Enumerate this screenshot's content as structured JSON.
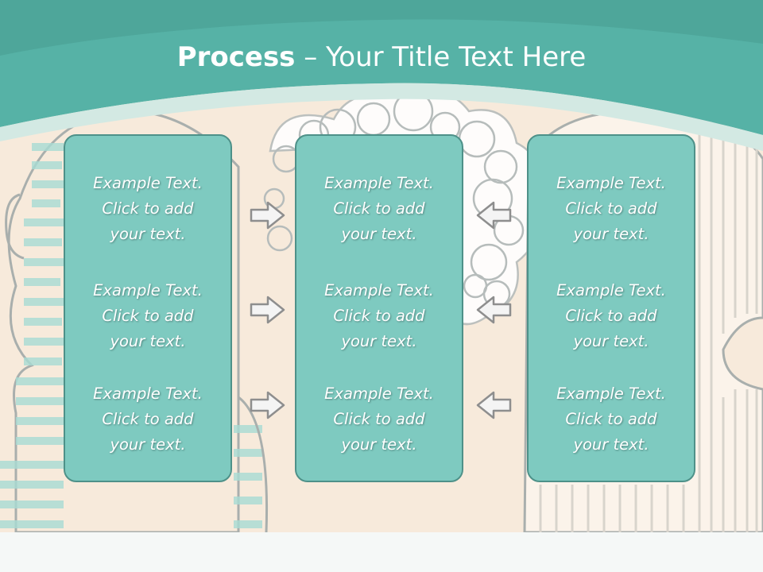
{
  "slide": {
    "title_bold": "Process",
    "title_rest": " – Your Title Text Here"
  },
  "colors": {
    "header": "#56b2a6",
    "box_fill": "#7ecac0",
    "box_border": "#4e9189",
    "background": "#f7eadb"
  },
  "columns": [
    {
      "items": [
        {
          "line1": "Example Text.",
          "line2": "Click  to add",
          "line3": "your text."
        },
        {
          "line1": "Example Text.",
          "line2": "Click  to add",
          "line3": "your text."
        },
        {
          "line1": "Example Text.",
          "line2": "Click  to add",
          "line3": "your text."
        }
      ]
    },
    {
      "items": [
        {
          "line1": "Example Text.",
          "line2": "Click  to add",
          "line3": "your text."
        },
        {
          "line1": "Example Text.",
          "line2": "Click  to add",
          "line3": "your text."
        },
        {
          "line1": "Example Text.",
          "line2": "Click  to add",
          "line3": "your text."
        }
      ]
    },
    {
      "items": [
        {
          "line1": "Example Text.",
          "line2": "Click  to add",
          "line3": "your text."
        },
        {
          "line1": "Example Text.",
          "line2": "Click  to add",
          "line3": "your text."
        },
        {
          "line1": "Example Text.",
          "line2": "Click  to add",
          "line3": "your text."
        }
      ]
    }
  ],
  "arrows": {
    "left_group": "arrow-right-icon",
    "right_group": "arrow-left-icon"
  }
}
